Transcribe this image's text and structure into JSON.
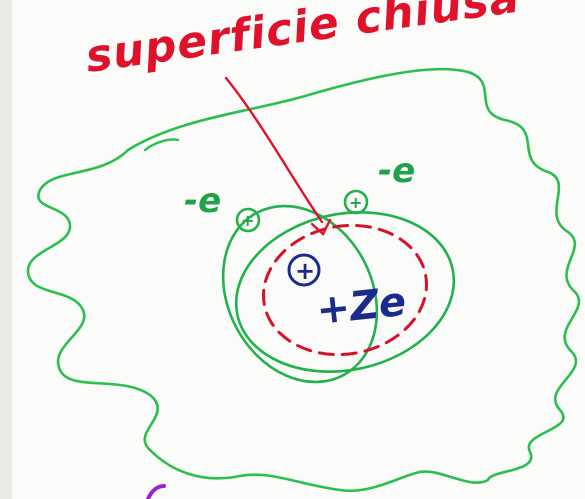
{
  "labels": {
    "surface": "superficie chiusa",
    "electron_left": "-e",
    "electron_right": "-e",
    "nucleus": "+Ze",
    "nucleus_symbol": "+",
    "electron_symbol": "+"
  },
  "colors": {
    "surface_text": "#e0112b",
    "arrow": "#e0112b",
    "dashed_surface": "#d8102a",
    "orbits": "#22b14c",
    "outer_boundary": "#2bbf4f",
    "nucleus_text": "#1b2a8c",
    "board": "#fbfbf9"
  },
  "icons": {
    "nucleus": "circled-plus-icon",
    "electron": "circled-plus-icon",
    "arrow": "arrow-down-icon"
  }
}
